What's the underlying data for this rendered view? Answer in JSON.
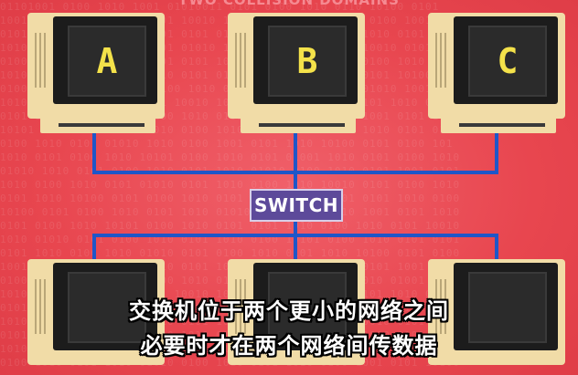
{
  "diagram": {
    "title": "TWO COLLISION DOMAINS",
    "switch_label": "SWITCH",
    "computers_top": [
      {
        "label": "A"
      },
      {
        "label": "B"
      },
      {
        "label": "C"
      }
    ],
    "computers_bottom": [
      {
        "label": ""
      },
      {
        "label": ""
      },
      {
        "label": ""
      }
    ]
  },
  "subtitles": {
    "line1": "交换机位于两个更小的网络之间",
    "line2": "必要时才在两个网络间传数据"
  },
  "colors": {
    "background": "#ea4a55",
    "cable": "#1f56c8",
    "switch_box": "#5d4a9a",
    "screen_letter": "#f4e24a",
    "computer_case": "#f1dca7"
  }
}
